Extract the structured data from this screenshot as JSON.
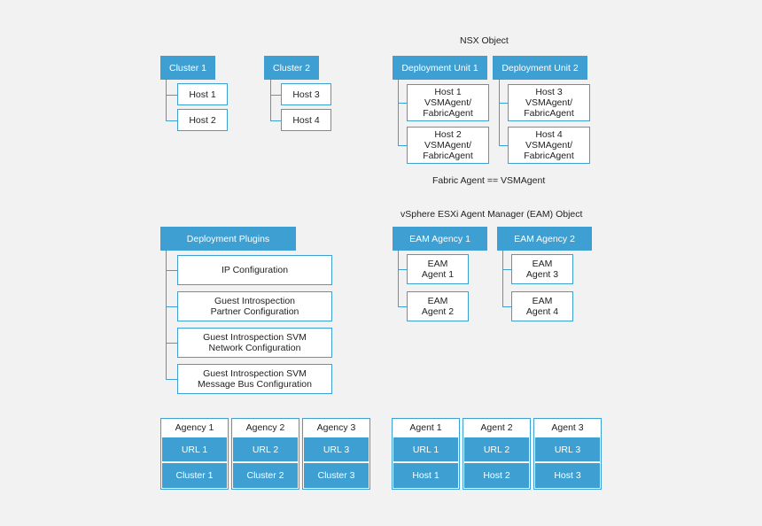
{
  "clusters": [
    {
      "name": "Cluster 1",
      "hosts": [
        "Host 1",
        "Host 2"
      ]
    },
    {
      "name": "Cluster 2",
      "hosts": [
        "Host 3",
        "Host 4"
      ]
    }
  ],
  "nsx": {
    "title": "NSX Object",
    "units": [
      {
        "name": "Deployment Unit 1",
        "children": [
          "Host 1\nVSMAgent/\nFabricAgent",
          "Host 2\nVSMAgent/\nFabricAgent"
        ]
      },
      {
        "name": "Deployment Unit 2",
        "children": [
          "Host 3\nVSMAgent/\nFabricAgent",
          "Host 4\nVSMAgent/\nFabricAgent"
        ]
      }
    ],
    "note": "Fabric Agent == VSMAgent"
  },
  "plugins": {
    "title": "Deployment Plugins",
    "items": [
      "IP Configuration",
      "Guest Introspection\nPartner Configuration",
      "Guest Introspection SVM\nNetwork Configuration",
      "Guest Introspection SVM\nMessage Bus Configuration"
    ]
  },
  "eam": {
    "title": "vSphere ESXi Agent Manager (EAM) Object",
    "agencies": [
      {
        "name": "EAM Agency 1",
        "children": [
          "EAM\nAgent 1",
          "EAM\nAgent 2"
        ]
      },
      {
        "name": "EAM Agency 2",
        "children": [
          "EAM\nAgent 3",
          "EAM\nAgent 4"
        ]
      }
    ]
  },
  "agency_tables": [
    {
      "header": "Agency 1",
      "rows": [
        "URL 1",
        "Cluster 1"
      ]
    },
    {
      "header": "Agency 2",
      "rows": [
        "URL 2",
        "Cluster 2"
      ]
    },
    {
      "header": "Agency 3",
      "rows": [
        "URL 3",
        "Cluster 3"
      ]
    }
  ],
  "agent_tables": [
    {
      "header": "Agent 1",
      "rows": [
        "URL 1",
        "Host 1"
      ]
    },
    {
      "header": "Agent 2",
      "rows": [
        "URL 2",
        "Host 2"
      ]
    },
    {
      "header": "Agent 3",
      "rows": [
        "URL 3",
        "Host 3"
      ]
    }
  ],
  "colors": {
    "accent": "#3e9fd2",
    "background": "#f2f2f2"
  }
}
